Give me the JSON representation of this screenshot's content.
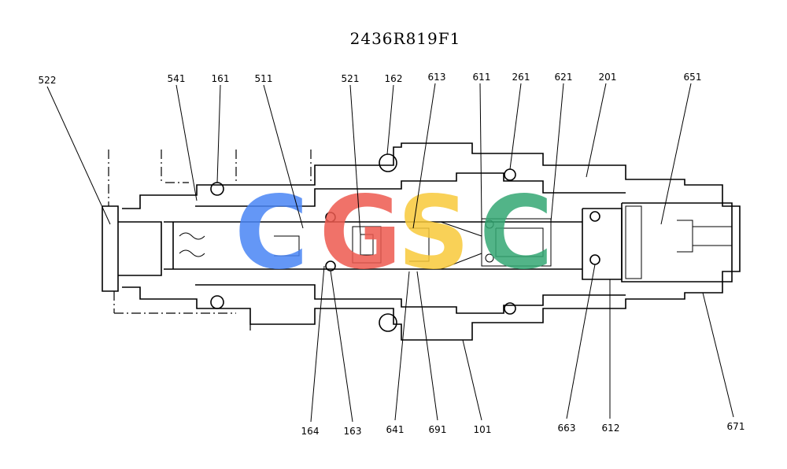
{
  "title": "2436R819F1",
  "watermark": {
    "letters": [
      {
        "char": "C",
        "color": "#4a86f5"
      },
      {
        "char": "G",
        "color": "#ee5a4f"
      },
      {
        "char": "S",
        "color": "#f8c93a"
      },
      {
        "char": "C",
        "color": "#34a874"
      }
    ]
  },
  "callouts_top": [
    "522",
    "541",
    "161",
    "511",
    "521",
    "162",
    "613",
    "611",
    "261",
    "621",
    "201",
    "651"
  ],
  "callouts_bottom": [
    "164",
    "163",
    "641",
    "691",
    "101",
    "663",
    "612",
    "671"
  ]
}
